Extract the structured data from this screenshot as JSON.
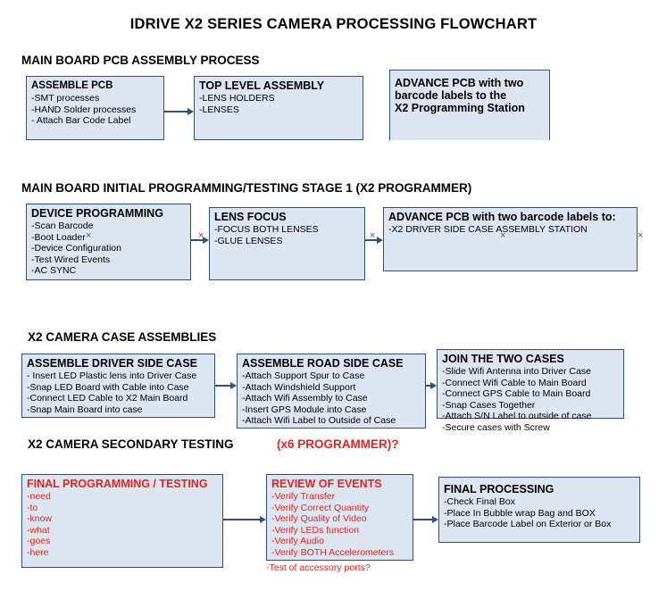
{
  "title": "IDRIVE X2  SERIES CAMERA PROCESSING FLOWCHART",
  "sections": [
    {
      "heading": "MAIN BOARD PCB ASSEMBLY PROCESS",
      "boxes": [
        {
          "header": "ASSEMBLE PCB",
          "items": [
            "-SMT processes",
            "-HAND Solder processes",
            "- Attach Bar Code Label"
          ]
        },
        {
          "header": "TOP LEVEL ASSEMBLY",
          "items": [
            "-LENS HOLDERS",
            "-LENSES"
          ]
        },
        {
          "header": "ADVANCE PCB with two",
          "items": [
            "barcode labels to the",
            "X2 Programming Station"
          ]
        }
      ]
    },
    {
      "heading": "MAIN BOARD INITIAL PROGRAMMING/TESTING STAGE 1 (X2 PROGRAMMER)",
      "boxes": [
        {
          "header": "DEVICE PROGRAMMING",
          "items": [
            "-Scan Barcode",
            "-Boot Loader",
            "-Device Configuration",
            "-Test Wired Events",
            "-AC SYNC"
          ]
        },
        {
          "header": "LENS FOCUS",
          "items": [
            "-FOCUS BOTH LENSES",
            "-GLUE LENSES"
          ]
        },
        {
          "header": "ADVANCE PCB with two barcode labels to:",
          "items": [
            "-X2 DRIVER  SIDE  CASE  ASSEMBLY STATION"
          ]
        }
      ]
    },
    {
      "heading": "X2 CAMERA CASE ASSEMBLIES",
      "boxes": [
        {
          "header": "ASSEMBLE DRIVER SIDE CASE",
          "items": [
            "- Insert LED Plastic lens into Driver Case",
            "-Snap LED Board with Cable into Case",
            "-Connect LED Cable to X2 Main Board",
            "-Snap Main Board into case"
          ]
        },
        {
          "header": "ASSEMBLE ROAD SIDE CASE",
          "items": [
            "-Attach Support Spur to Case",
            "-Attach Windshield Support",
            "-Attach Wifi Assembly to Case",
            "-Insert GPS Module into Case",
            "-Attach Wifi Label to Outside of Case"
          ]
        },
        {
          "header": "JOIN THE TWO CASES",
          "items": [
            "-Slide Wifi Antenna into Driver Case",
            "-Connect Wifi Cable to Main Board",
            "-Connect GPS Cable to Main Board",
            "-Snap Cases Together",
            "-Attach S/N Label to outside of case",
            "-Secure cases with Screw"
          ]
        }
      ]
    },
    {
      "heading": "X2 CAMERA SECONDARY TESTING",
      "heading_suffix": "(x6 PROGRAMMER)?",
      "boxes": [
        {
          "header": "FINAL PROGRAMMING / TESTING",
          "items": [
            "-need",
            "-to",
            "-know",
            "-what",
            "-goes",
            "-here"
          ],
          "color": "red"
        },
        {
          "header": "REVIEW OF EVENTS",
          "items": [
            "-Verify Transfer",
            "-Verify Correct Quantity",
            "-Verify Quality of Video",
            "-Verify LEDs function",
            "-Verify Audio",
            "-Verify BOTH Accelerometers",
            "-Test of accessory ports?"
          ],
          "color": "red"
        },
        {
          "header": "FINAL PROCESSING",
          "items": [
            "-Check Final Box",
            "-Place In Bubble wrap Bag and BOX",
            "-Place Barcode Label on Exterior or Box"
          ]
        }
      ]
    }
  ]
}
